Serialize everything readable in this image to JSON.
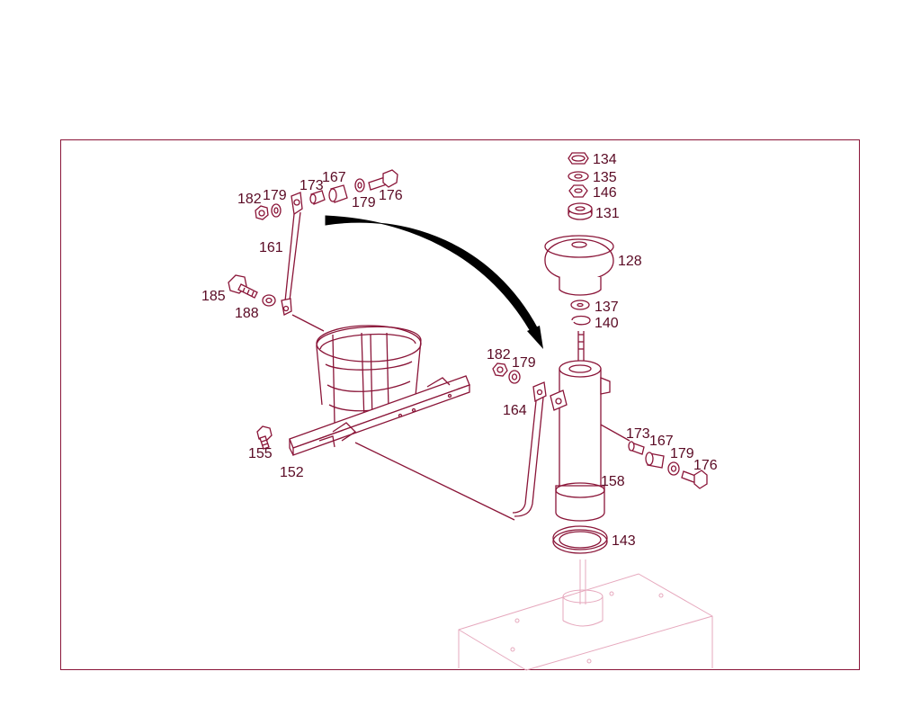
{
  "diagram": {
    "frame_color": "#8a1538",
    "line_color": "#8a1538",
    "ghost_color": "#e6a8bd",
    "labels": [
      {
        "id": "182a",
        "text": "182"
      },
      {
        "id": "179a",
        "text": "179"
      },
      {
        "id": "173a",
        "text": "173"
      },
      {
        "id": "167a",
        "text": "167"
      },
      {
        "id": "179b",
        "text": "179"
      },
      {
        "id": "176a",
        "text": "176"
      },
      {
        "id": "161",
        "text": "161"
      },
      {
        "id": "185",
        "text": "185"
      },
      {
        "id": "188",
        "text": "188"
      },
      {
        "id": "155",
        "text": "155"
      },
      {
        "id": "152",
        "text": "152"
      },
      {
        "id": "134",
        "text": "134"
      },
      {
        "id": "135",
        "text": "135"
      },
      {
        "id": "146",
        "text": "146"
      },
      {
        "id": "131",
        "text": "131"
      },
      {
        "id": "128",
        "text": "128"
      },
      {
        "id": "137",
        "text": "137"
      },
      {
        "id": "140",
        "text": "140"
      },
      {
        "id": "182b",
        "text": "182"
      },
      {
        "id": "179c",
        "text": "179"
      },
      {
        "id": "164",
        "text": "164"
      },
      {
        "id": "173b",
        "text": "173"
      },
      {
        "id": "167b",
        "text": "167"
      },
      {
        "id": "179d",
        "text": "179"
      },
      {
        "id": "176b",
        "text": "176"
      },
      {
        "id": "158",
        "text": "158"
      },
      {
        "id": "143",
        "text": "143"
      }
    ]
  }
}
